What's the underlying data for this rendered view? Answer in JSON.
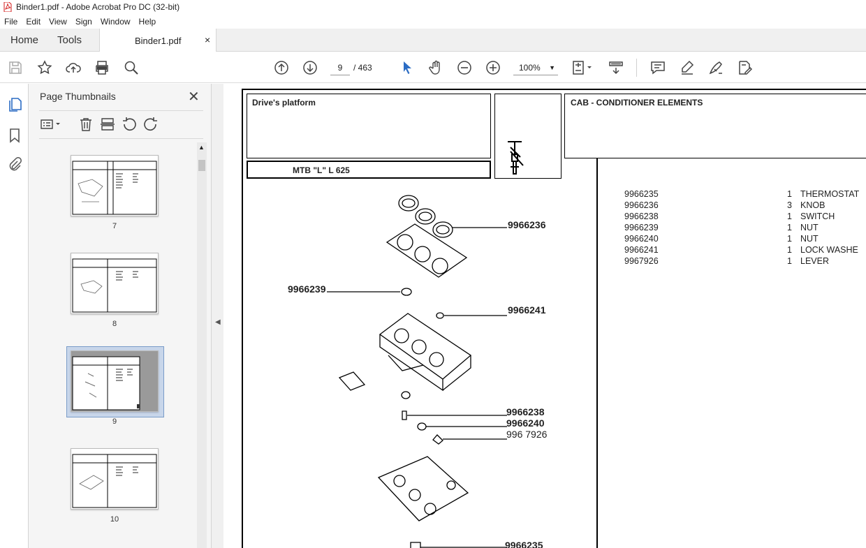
{
  "window": {
    "title": "Binder1.pdf - Adobe Acrobat Pro DC (32-bit)"
  },
  "menu": [
    "File",
    "Edit",
    "View",
    "Sign",
    "Window",
    "Help"
  ],
  "tabs": {
    "home": "Home",
    "tools": "Tools",
    "document": "Binder1.pdf",
    "close": "×"
  },
  "toolbar": {
    "current_page": "9",
    "total_pages": "/ 463",
    "zoom": "100%"
  },
  "thumbnails_panel": {
    "title": "Page Thumbnails",
    "pages": [
      {
        "label": "7"
      },
      {
        "label": "8"
      },
      {
        "label": "9",
        "selected": true
      },
      {
        "label": "10"
      }
    ]
  },
  "document": {
    "header_left": "Drive's platform",
    "model": "MTB \"L\" L 625",
    "header_right": "CAB - CONDITIONER ELEMENTS",
    "callouts": [
      "9966236",
      "9966239",
      "9966241",
      "9966238",
      "9966240",
      "996 7926",
      "9966235"
    ],
    "parts": [
      {
        "number": "9966235",
        "qty": "1",
        "desc": "THERMOSTAT"
      },
      {
        "number": "9966236",
        "qty": "3",
        "desc": "KNOB"
      },
      {
        "number": "9966238",
        "qty": "1",
        "desc": "SWITCH"
      },
      {
        "number": "9966239",
        "qty": "1",
        "desc": "NUT"
      },
      {
        "number": "9966240",
        "qty": "1",
        "desc": "NUT"
      },
      {
        "number": "9966241",
        "qty": "1",
        "desc": "LOCK WASHE"
      },
      {
        "number": "9967926",
        "qty": "1",
        "desc": "LEVER"
      }
    ]
  },
  "colors": {
    "accent": "#2b6cc4",
    "pdf_red": "#d21a1a"
  }
}
